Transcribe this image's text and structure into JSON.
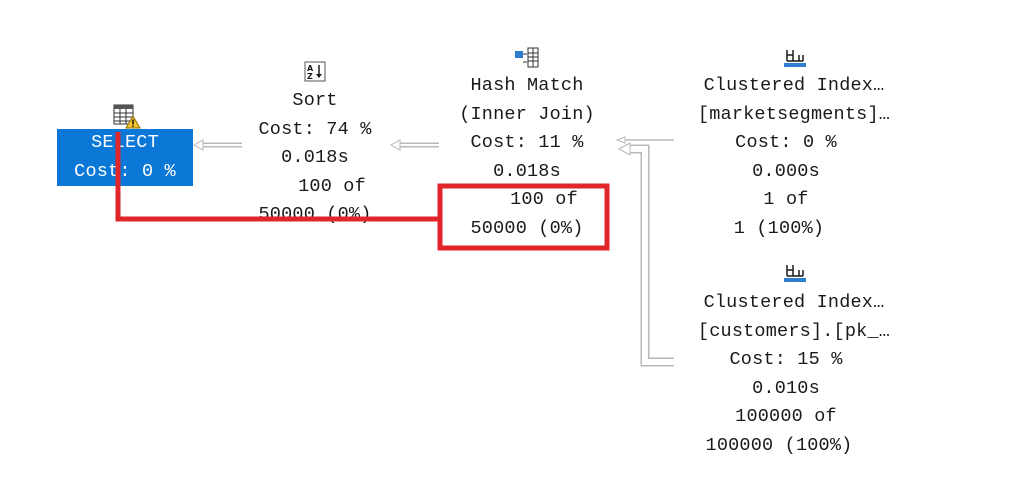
{
  "plan": {
    "select": {
      "label": "SELECT",
      "cost": "Cost: 0 %"
    },
    "sort": {
      "label": "Sort",
      "cost": "Cost: 74 %",
      "time": "0.018s",
      "rows_of": "100 of",
      "rows_total": "50000 (0%)"
    },
    "hash_match": {
      "label": "Hash Match",
      "sublabel": "(Inner Join)",
      "cost": "Cost: 11 %",
      "time": "0.018s",
      "rows_of": "100 of",
      "rows_total": "50000 (0%)"
    },
    "clustered_index_1": {
      "label": "Clustered Index…",
      "object": "[marketsegments]…",
      "cost": "Cost: 0 %",
      "time": "0.000s",
      "rows_of": "1 of",
      "rows_total": "1 (100%)"
    },
    "clustered_index_2": {
      "label": "Clustered Index…",
      "object": "[customers].[pk_…",
      "cost": "Cost: 15 %",
      "time": "0.010s",
      "rows_of": "100000 of",
      "rows_total": "100000 (100%)"
    }
  },
  "icons": {
    "select": "select-table-warning-icon",
    "sort": "sort-az-icon",
    "hash_match": "hash-match-icon",
    "clustered_index": "clustered-index-scan-icon"
  },
  "colors": {
    "select_background": "#0b78d7",
    "highlight_annotation": "#e0262b",
    "connector": "#b8b8b8"
  }
}
